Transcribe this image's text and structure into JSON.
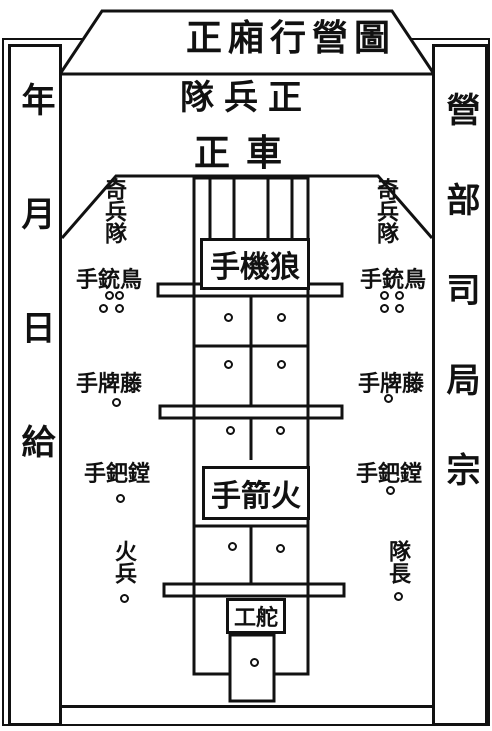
{
  "title": "正廂行營圖",
  "subtitle": "隊兵正",
  "cart": "正車",
  "left_column": "年月日給",
  "right_column": "營部司局宗",
  "bands": {
    "top": "手機狼",
    "middle": "手箭火",
    "bottom": "工舵"
  },
  "left_side": {
    "heading": "奇兵隊",
    "item1": "手銃鳥",
    "item2": "手牌藤",
    "item3": "手鈀鏜",
    "item4": "火兵"
  },
  "right_side": {
    "heading": "奇兵隊",
    "item1": "手銃鳥",
    "item2": "手牌藤",
    "item3": "手鈀鏜",
    "item4": "隊長"
  }
}
